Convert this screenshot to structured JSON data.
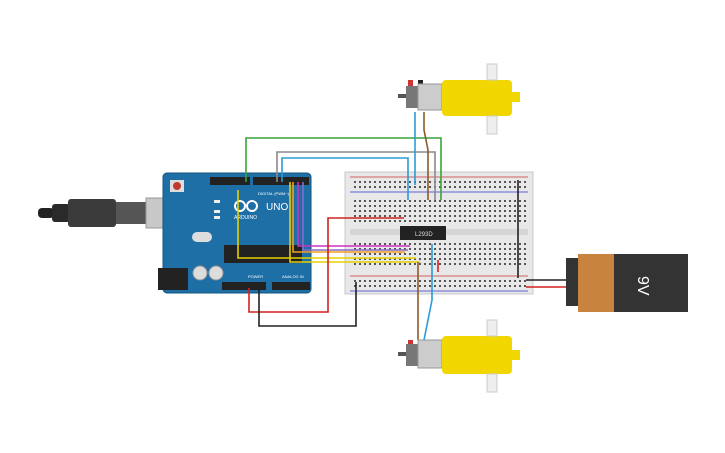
{
  "arduino": {
    "model": "UNO",
    "brand": "ARDUINO",
    "digital_label": "DIGITAL (PWM~)",
    "power_label": "POWER",
    "analog_label": "ANALOG IN",
    "color": "#1e6fa6"
  },
  "ic": {
    "label": "L293D"
  },
  "battery": {
    "label": "9V",
    "color": "#c8843e"
  },
  "motors": {
    "color": "#f2d600"
  },
  "wires": {
    "green": "#3aa33a",
    "gray": "#8a8a8a",
    "blue": "#2b9bd6",
    "orange": "#f0a020",
    "magenta": "#d030c0",
    "yellow": "#e6d000",
    "red": "#d42020",
    "black": "#222222",
    "brown": "#8b5a2b"
  }
}
